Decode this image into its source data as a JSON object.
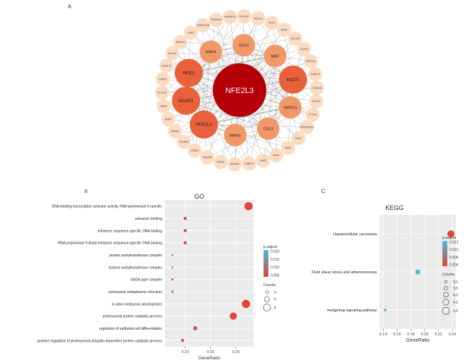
{
  "panels": {
    "a": {
      "label": "A"
    },
    "b": {
      "label": "B"
    },
    "c": {
      "label": "C"
    }
  },
  "colors": {
    "hub": "#b5000a",
    "edge": "#8c8c8c",
    "node_high": "#e8613a",
    "node_mid": "#f29868",
    "node_low": "#f7c29e",
    "node_outer": "#fbdcc3",
    "padj_high": "#4bbad6",
    "padj_low": "#e0473a",
    "panel_bg": "#ebebeb",
    "grid": "#ffffff"
  },
  "network": {
    "hub": {
      "name": "NFE2L3"
    },
    "inner": [
      {
        "name": "MAFA",
        "tier": "mid"
      },
      {
        "name": "GCLC",
        "tier": "mid"
      },
      {
        "name": "MAF",
        "tier": "mid"
      },
      {
        "name": "NQO1",
        "tier": "high"
      },
      {
        "name": "HMOX1",
        "tier": "mid"
      },
      {
        "name": "CUL3",
        "tier": "mid"
      },
      {
        "name": "MAFG",
        "tier": "mid"
      },
      {
        "name": "NFE2L2",
        "tier": "high"
      },
      {
        "name": "KEAP1",
        "tier": "high"
      },
      {
        "name": "NFE2",
        "tier": "high"
      }
    ],
    "outer": [
      {
        "name": "KLHL42"
      },
      {
        "name": "NFE2L2"
      },
      {
        "name": "SNCA"
      },
      {
        "name": "NKRF"
      },
      {
        "name": "GOLGB"
      },
      {
        "name": "CAPN2"
      },
      {
        "name": "PDE11A"
      },
      {
        "name": "OSBPL6"
      },
      {
        "name": "TADA2A"
      },
      {
        "name": "HSPG1"
      },
      {
        "name": "PTPN9"
      },
      {
        "name": "HNRNPA2B1"
      },
      {
        "name": "PAH2"
      },
      {
        "name": "SMN1"
      },
      {
        "name": "MAFF"
      },
      {
        "name": "SNF8"
      },
      {
        "name": "OSBPL3"
      },
      {
        "name": "ARID5B"
      },
      {
        "name": "GATA1"
      },
      {
        "name": "TADA2B"
      },
      {
        "name": "CREB3"
      },
      {
        "name": "DFNB59"
      },
      {
        "name": "APBB2"
      },
      {
        "name": "SMN2"
      },
      {
        "name": "RBMX"
      },
      {
        "name": "KLHL26"
      },
      {
        "name": "LRRK2"
      },
      {
        "name": "DCAF11"
      },
      {
        "name": "BACH2"
      },
      {
        "name": "ABHD10"
      },
      {
        "name": "CDK5"
      },
      {
        "name": "TMEM120A"
      },
      {
        "name": "PRMD4A"
      },
      {
        "name": "HNRNPA3"
      }
    ]
  },
  "go_panel": {
    "title": "GO"
  },
  "kegg_panel": {
    "title": "KEGG"
  },
  "chart_data": [
    {
      "type": "scatter",
      "title": "GO",
      "xlabel": "GeneRatio",
      "ylabel": "",
      "xlim": [
        0.06,
        0.235
      ],
      "xticks": [
        0.1,
        0.15,
        0.2
      ],
      "xtick_labels": [
        "0.10",
        "0.15",
        "0.20"
      ],
      "legend_title_color": "p.adjust",
      "color_ticks": [
        0.02,
        0.015,
        0.01,
        0.005
      ],
      "color_tick_labels": [
        "0.020",
        "0.015",
        "0.010",
        "0.005"
      ],
      "legend_title_size": "Counts",
      "size_ticks": [
        4,
        6,
        8
      ],
      "size_tick_labels": [
        "4",
        "6",
        "8"
      ],
      "grid": true,
      "legend_position": "right",
      "terms": [
        {
          "term": "DNA-binding transcription activator activity, RNA polymerase II-specific",
          "gene_ratio": 0.225,
          "count": 9,
          "p_adjust": 0.003
        },
        {
          "term": "enhancer binding",
          "gene_ratio": 0.1,
          "count": 4,
          "p_adjust": 0.005
        },
        {
          "term": "enhancer sequence-specific DNA binding",
          "gene_ratio": 0.1,
          "count": 4,
          "p_adjust": 0.005
        },
        {
          "term": "RNA polymerase II distal enhancer sequence-specific DNA binding",
          "gene_ratio": 0.1,
          "count": 4,
          "p_adjust": 0.005
        },
        {
          "term": "protein acetyltransferase complex",
          "gene_ratio": 0.075,
          "count": 3,
          "p_adjust": 0.021
        },
        {
          "term": "histone acetyltransferase complex",
          "gene_ratio": 0.075,
          "count": 3,
          "p_adjust": 0.021
        },
        {
          "term": "SAGA-type complex",
          "gene_ratio": 0.075,
          "count": 3,
          "p_adjust": 0.004
        },
        {
          "term": "perinuclear endoplasmic reticulum",
          "gene_ratio": 0.075,
          "count": 3,
          "p_adjust": 0.004
        },
        {
          "term": "in utero embryonic development",
          "gene_ratio": 0.22,
          "count": 9,
          "p_adjust": 0.003
        },
        {
          "term": "proteasomal protein catabolic process",
          "gene_ratio": 0.195,
          "count": 8,
          "p_adjust": 0.004
        },
        {
          "term": "regulation of epithelial cell differentiation",
          "gene_ratio": 0.12,
          "count": 5,
          "p_adjust": 0.008
        },
        {
          "term": "positive regulation of proteasomal ubiquitin-dependent protein catabolic process",
          "gene_ratio": 0.095,
          "count": 4,
          "p_adjust": 0.006
        }
      ]
    },
    {
      "type": "scatter",
      "title": "KEGG",
      "xlabel": "GeneRatio",
      "ylabel": "",
      "xlim": [
        0.135,
        0.245
      ],
      "xticks": [
        0.14,
        0.16,
        0.18,
        0.2,
        0.22,
        0.24
      ],
      "xtick_labels": [
        "0.14",
        "0.16",
        "0.18",
        "0.20",
        "0.22",
        "0.24"
      ],
      "legend_title_color": "p.adjust",
      "color_ticks": [
        0.012,
        0.01,
        0.008,
        0.006
      ],
      "color_tick_labels": [
        "0.012",
        "0.010",
        "0.008",
        "0.006"
      ],
      "legend_title_size": "Counts",
      "size_ticks": [
        3.0,
        3.5,
        4.0,
        4.5,
        5.0
      ],
      "size_tick_labels": [
        "3.0",
        "3.5",
        "4.0",
        "4.5",
        "5.0"
      ],
      "grid": true,
      "legend_position": "right",
      "terms": [
        {
          "term": "Hepatocellular carcinoma",
          "gene_ratio": 0.238,
          "count": 5,
          "p_adjust": 0.0055
        },
        {
          "term": "Fluid shear stress and atherosclerosis",
          "gene_ratio": 0.19,
          "count": 4,
          "p_adjust": 0.0125
        },
        {
          "term": "Hedgehog signaling pathway",
          "gene_ratio": 0.143,
          "count": 3,
          "p_adjust": 0.0125
        }
      ]
    }
  ]
}
